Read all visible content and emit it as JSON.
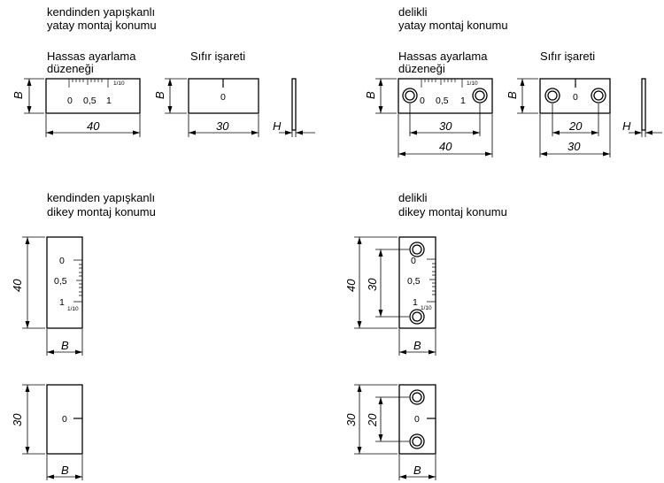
{
  "sections": {
    "adhesive_horizontal": {
      "line1": "kendinden yapışkanlı",
      "line2": "yatay montaj konumu"
    },
    "holes_horizontal": {
      "line1": "delikli",
      "line2": "yatay montaj konumu"
    },
    "adhesive_vertical": {
      "line1": "kendinden yapışkanlı",
      "line2": "dikey montaj konumu"
    },
    "holes_vertical": {
      "line1": "delikli",
      "line2": "dikey montaj konumu"
    }
  },
  "labels": {
    "fine_adjust_line1": "Hassas ayarlama",
    "fine_adjust_line2": "düzeneği",
    "zero_mark": "Sıfır işareti"
  },
  "scale": {
    "zero": "0",
    "half": "0,5",
    "one": "1",
    "division": "1/10"
  },
  "dimensions": {
    "B": "B",
    "H": "H",
    "d40": "40",
    "d30": "30",
    "d20": "20"
  }
}
